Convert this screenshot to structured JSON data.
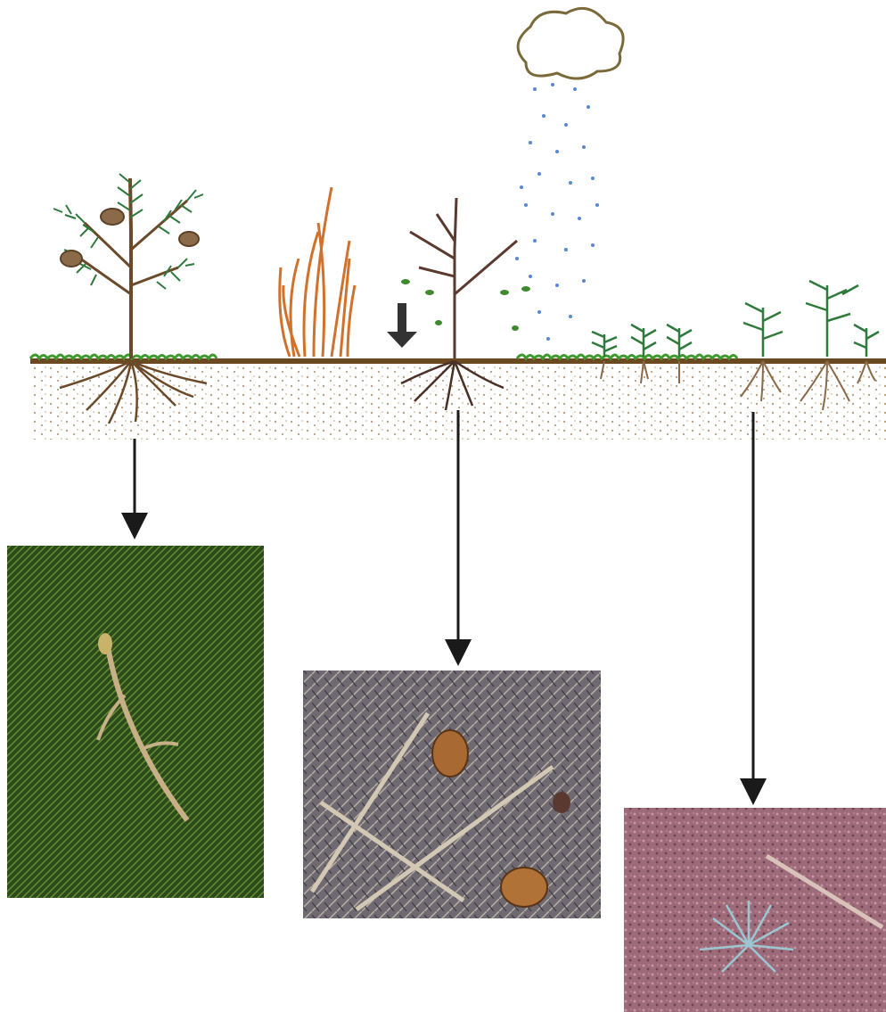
{
  "diagram": {
    "stages": [
      {
        "id": "mature-pine",
        "photo": "pine-foliage-with-cones"
      },
      {
        "id": "fire-killed-pine",
        "photo": "burned-branches-with-open-cones"
      },
      {
        "id": "seedling-regeneration",
        "photo": "pine-seedling-on-ground"
      }
    ],
    "elements": [
      "rain-cloud",
      "rain-drops",
      "fire-flames",
      "falling-seed-arrow",
      "ground-line",
      "soil-band"
    ]
  },
  "colors": {
    "grass": "#3f9a2e",
    "soil_line": "#6b4a22",
    "root": "#6b4a2a",
    "needle": "#2f7a3c",
    "flame": "#d0722c",
    "rain": "#5a86d6",
    "arrow": "#1a1a1a"
  }
}
